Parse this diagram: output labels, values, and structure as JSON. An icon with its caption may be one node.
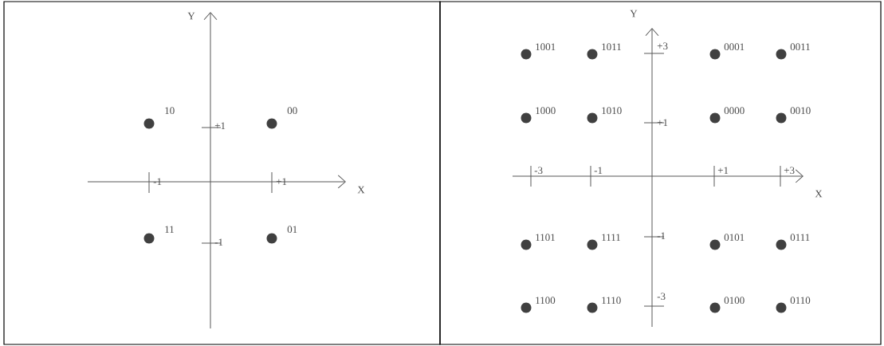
{
  "diagram": {
    "labels": [
      "Y",
      "10",
      "+1",
      "00",
      "-1",
      "+1",
      "X",
      "11",
      "-1",
      "01",
      "Y",
      "1001",
      "1011",
      "+3",
      "0001",
      "0011",
      "1000",
      "1010",
      "+1",
      "0000",
      "0010",
      "-3",
      "-1",
      "+1",
      "+3",
      "X",
      "1101",
      "1111",
      "-1",
      "0101",
      "0111",
      "1100",
      "1110",
      "-3",
      "0100",
      "0110"
    ]
  }
}
